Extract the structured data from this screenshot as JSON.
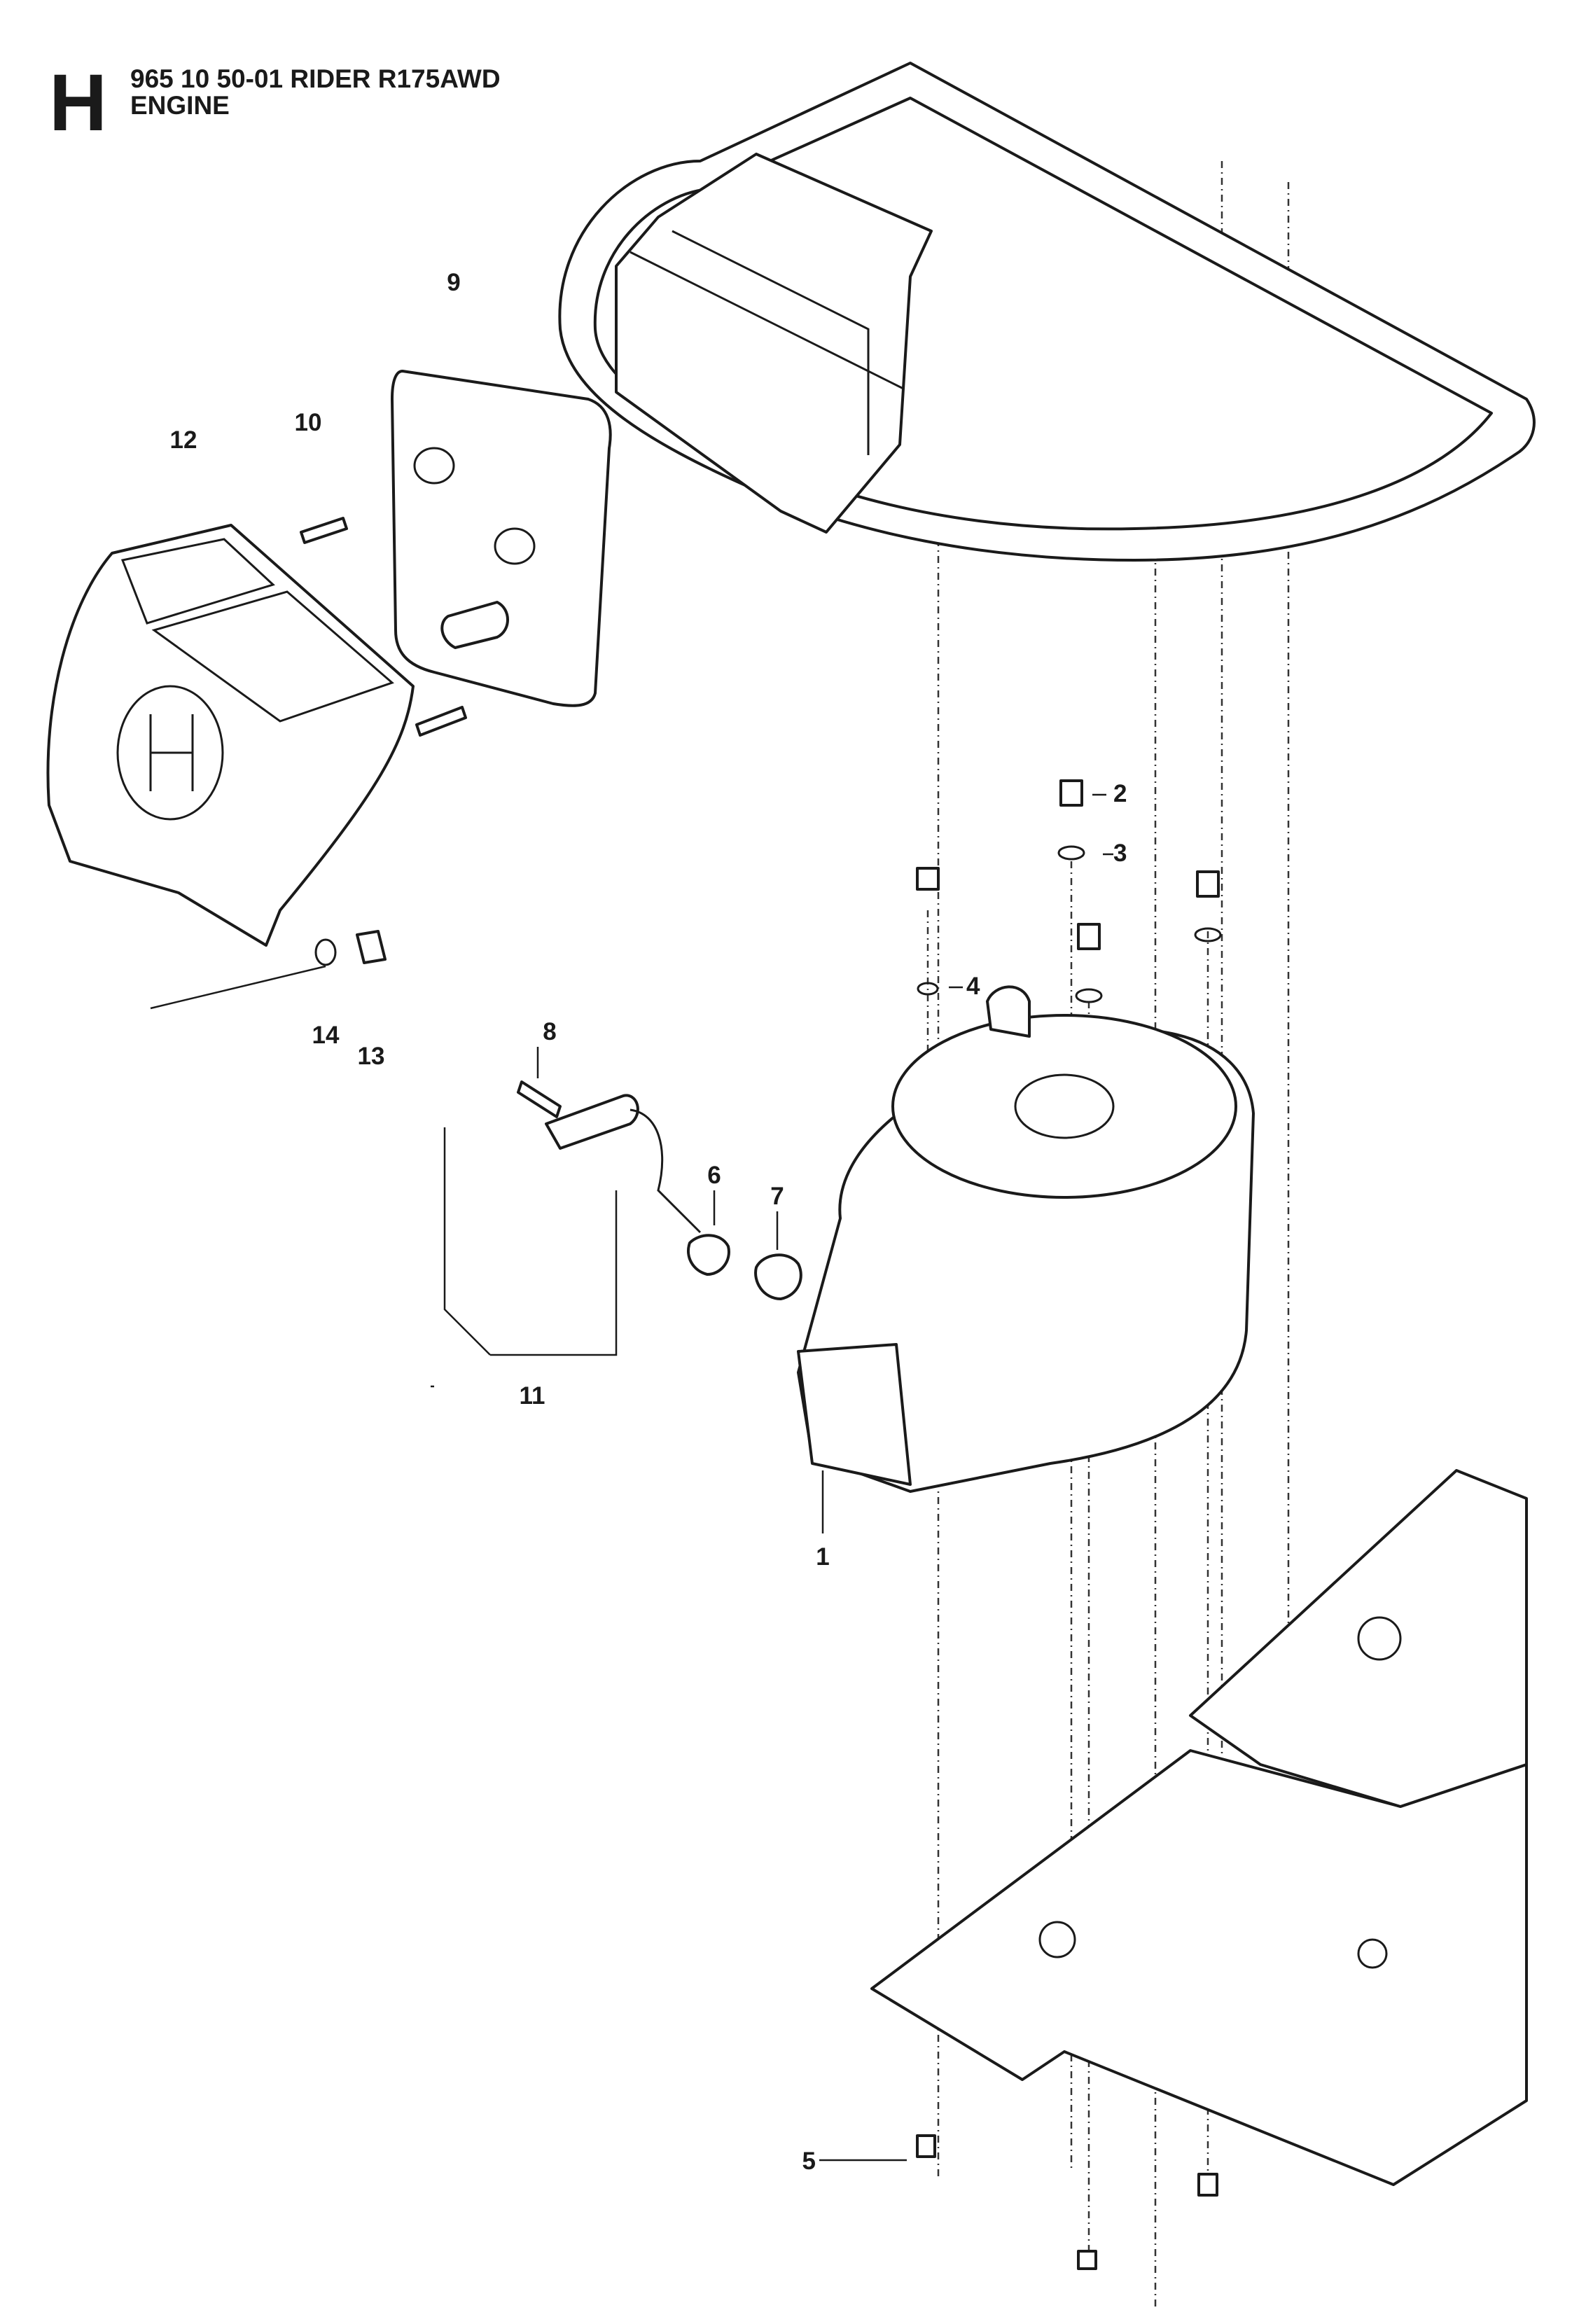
{
  "header": {
    "section_letter": "H",
    "title": "965 10 50-01 RIDER R175AWD",
    "subtitle": "ENGINE"
  },
  "callouts": [
    {
      "id": "1",
      "label": "1"
    },
    {
      "id": "2",
      "label": "2"
    },
    {
      "id": "3",
      "label": "3"
    },
    {
      "id": "4",
      "label": "4"
    },
    {
      "id": "5",
      "label": "5"
    },
    {
      "id": "6",
      "label": "6"
    },
    {
      "id": "7",
      "label": "7"
    },
    {
      "id": "8",
      "label": "8"
    },
    {
      "id": "9",
      "label": "9"
    },
    {
      "id": "10",
      "label": "10"
    },
    {
      "id": "11",
      "label": "11"
    },
    {
      "id": "12",
      "label": "12"
    },
    {
      "id": "13",
      "label": "13"
    },
    {
      "id": "14",
      "label": "14"
    }
  ],
  "colors": {
    "ink": "#1a1a1a",
    "background": "#ffffff"
  }
}
